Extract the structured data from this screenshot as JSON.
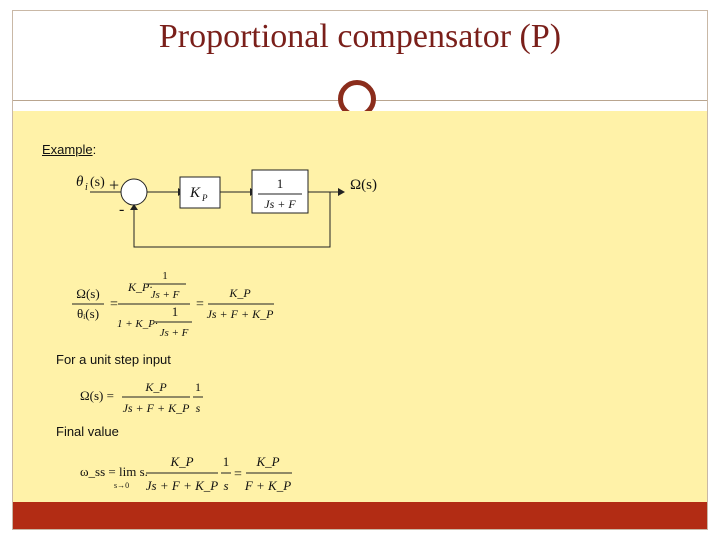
{
  "slide": {
    "title": "Proportional compensator (P)",
    "example_word": "Example",
    "example_colon": ":",
    "unit_step_text": "For a unit step input",
    "final_value_text": "Final value"
  },
  "diagram": {
    "input_symbol": "θ",
    "input_sub": "i",
    "input_arg": "(s)",
    "plus_sign": "+",
    "minus_sign": "-",
    "gain_K": "K",
    "gain_sub": "P",
    "plant_num": "1",
    "plant_den": "Js + F",
    "output_label": "Ω(s)"
  },
  "equations": {
    "eq1_lhs_num": "Ω(s)",
    "eq1_lhs_den": "θᵢ(s)",
    "eq1_mid_num_top": "1",
    "eq1_mid_num": "K_P·",
    "eq1_mid_num_frac": "Js + F",
    "eq1_mid_den_prefix": "1 + K_P·",
    "eq1_mid_den_one": "1",
    "eq1_mid_den_frac": "Js + F",
    "eq1_rhs_num": "K_P",
    "eq1_rhs_den": "Js + F + K_P",
    "eq2_lhs": "Ω(s) =",
    "eq2_num1": "K_P",
    "eq2_den1": "Js + F + K_P",
    "eq2_num2": "1",
    "eq2_den2": "s",
    "eq3_lhs": "ω_ss = lim s.",
    "eq3_lim_sub": "s→0",
    "eq3_num1": "K_P",
    "eq3_den1": "Js + F + K_P",
    "eq3_num2": "1",
    "eq3_den2": "s",
    "eq3_num3": "K_P",
    "eq3_den3": "F + K_P"
  },
  "colors": {
    "title": "#7a1f1a",
    "content_bg": "#fff2a8",
    "footer": "#b22c14",
    "circle": "#8b2d1c"
  }
}
